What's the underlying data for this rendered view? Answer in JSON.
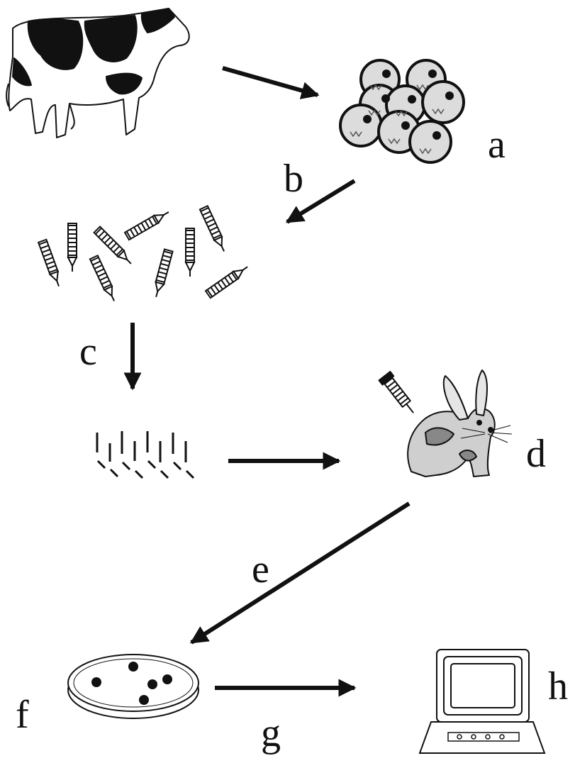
{
  "labels": {
    "a": "a",
    "b": "b",
    "c": "c",
    "d": "d",
    "e": "e",
    "f": "f",
    "g": "g",
    "h": "h"
  },
  "icons": [
    "cow-icon",
    "cells-icon",
    "test-tubes-icon",
    "dna-fragments-icon",
    "rabbit-injection-icon",
    "petri-dish-icon",
    "computer-icon"
  ],
  "colors": {
    "ink": "#111111",
    "paper": "#ffffff",
    "cell_fill": "#dcdcdc",
    "rabbit_fill": "#cfcfcf"
  }
}
